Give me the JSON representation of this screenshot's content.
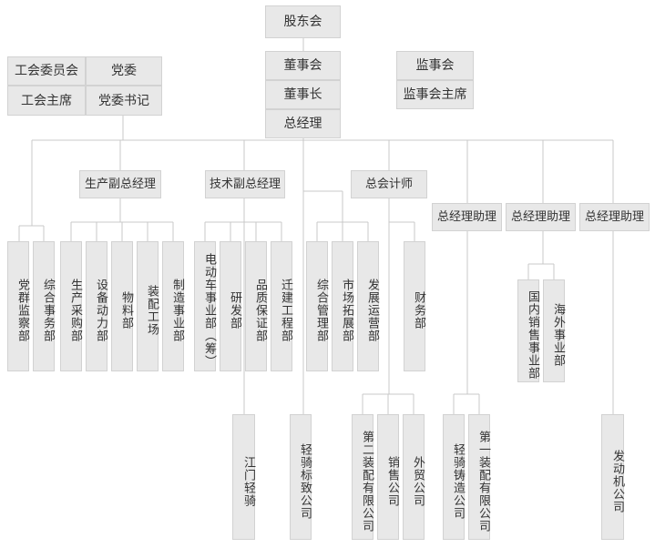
{
  "colors": {
    "box_fill": "#e8e8e8",
    "box_border": "#d2d2d2",
    "line": "#c8c8c8",
    "text": "#333333"
  },
  "nodes": {
    "shareholders": "股东会",
    "board": "董事会",
    "chairman": "董事长",
    "gm": "总经理",
    "supervisors": "监事会",
    "supervisor_chair": "监事会主席",
    "union_committee": "工会委员会",
    "party_committee": "党委",
    "union_chair": "工会主席",
    "party_secretary": "党委书记",
    "vgm_production": "生产副总经理",
    "vgm_technical": "技术副总经理",
    "chief_accountant": "总会计师",
    "asst_gm_1": "总经理助理",
    "asst_gm_2": "总经理助理",
    "asst_gm_3": "总经理助理",
    "party_supervision": "党群监察部",
    "general_affairs": "综合事务部",
    "procurement": "生产采购部",
    "equipment_power": "设备动力部",
    "materials": "物料部",
    "assembly_plant": "装配工场",
    "manufacturing": "制造事业部",
    "ev_division": "电动车事业部（筹）",
    "rnd": "研发部",
    "quality": "品质保证部",
    "relocation": "迁建工程部",
    "jiangmen": "江门轻骑",
    "peugeot": "轻骑标致公司",
    "general_mgmt": "综合管理部",
    "market_dev": "市场拓展部",
    "dev_ops": "发展运营部",
    "finance": "财务部",
    "assembly_co_2": "第二装配有限公司",
    "sales_co": "销售公司",
    "trade_co": "外贸公司",
    "casting_co": "轻骑铸造公司",
    "assembly_co_1": "第一装配有限公司",
    "domestic_sales": "国内销售事业部",
    "overseas": "海外事业部",
    "engine_co": "发动机公司"
  }
}
